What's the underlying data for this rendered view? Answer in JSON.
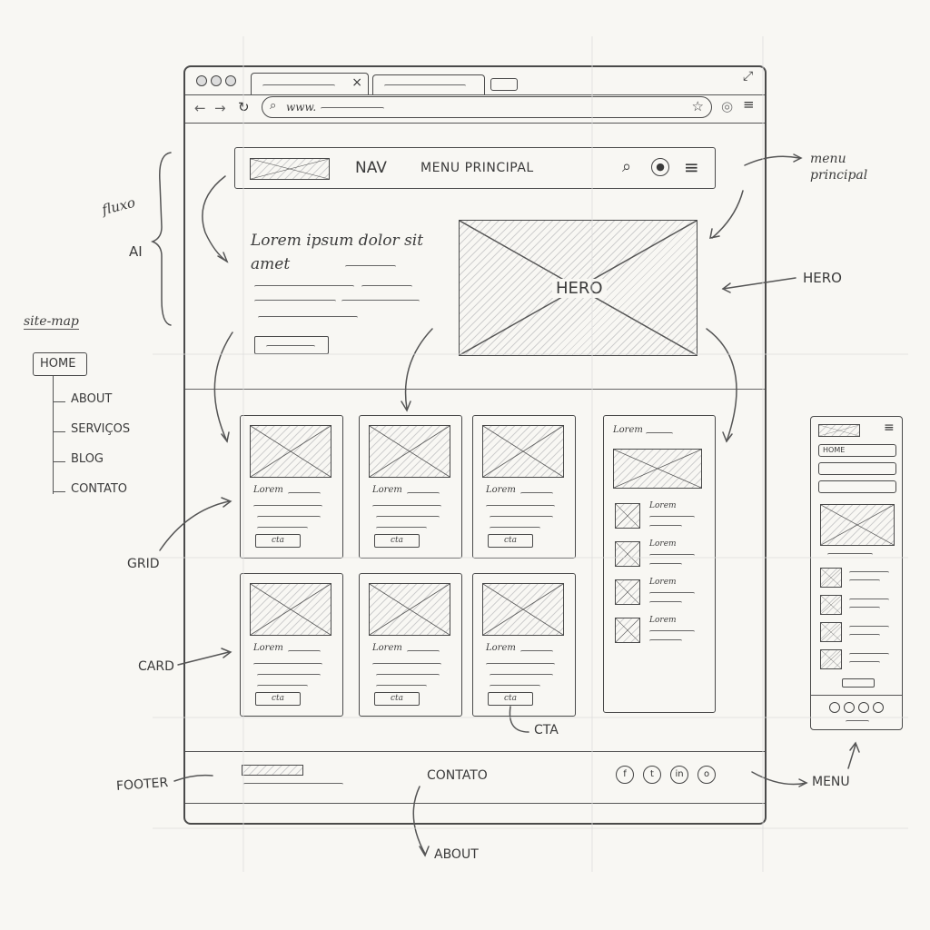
{
  "browser": {
    "url": "www.",
    "tab_close": "×"
  },
  "nav": {
    "label": "NAV",
    "menu": "MENU PRINCIPAL"
  },
  "hero": {
    "headline": "Lorem ipsum dolor sit amet",
    "image_label": "HERO"
  },
  "cards": [
    {
      "title": "Lorem",
      "cta": "cta"
    },
    {
      "title": "Lorem",
      "cta": "cta"
    },
    {
      "title": "Lorem",
      "cta": "cta"
    },
    {
      "title": "Lorem",
      "cta": "cta"
    },
    {
      "title": "Lorem",
      "cta": "cta"
    },
    {
      "title": "Lorem",
      "cta": "cta"
    }
  ],
  "sidebar": {
    "title": "Lorem",
    "items": [
      "Lorem",
      "Lorem",
      "Lorem",
      "Lorem"
    ]
  },
  "footer": {
    "center": "CONTATO",
    "social": [
      "f",
      "t",
      "in",
      "o"
    ]
  },
  "mobile": {
    "home": "HOME"
  },
  "annotations": {
    "fluxo": "fluxo",
    "ai": "AI",
    "menu_principal": "menu principal",
    "hero": "HERO",
    "site_map": "site-map",
    "grid": "GRID",
    "card": "CARD",
    "cta": "CTA",
    "footer": "FOOTER",
    "about": "ABOUT",
    "menu": "MENU"
  },
  "sitemap": {
    "root": "HOME",
    "children": [
      "ABOUT",
      "SERVIÇOS",
      "BLOG",
      "CONTATO"
    ]
  }
}
